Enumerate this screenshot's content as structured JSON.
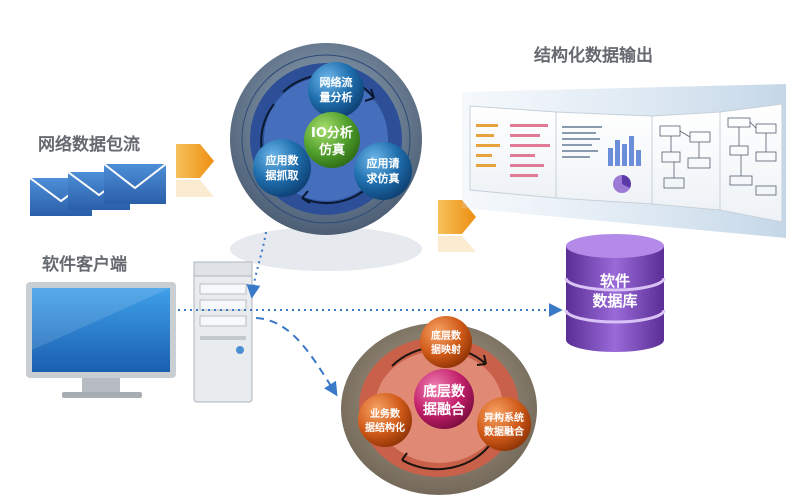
{
  "labels": {
    "input_stream": "网络数据包流",
    "client": "软件客户端",
    "output": "结构化数据输出"
  },
  "io_cycle": {
    "center_line1": "IO分析",
    "center_line2": "仿真",
    "node_top_line1": "网络流",
    "node_top_line2": "量分析",
    "node_left_line1": "应用数",
    "node_left_line2": "据抓取",
    "node_right_line1": "应用请",
    "node_right_line2": "求仿真"
  },
  "database": {
    "line1": "软件",
    "line2": "数据库"
  },
  "fusion_cycle": {
    "center_line1": "底层数",
    "center_line2": "据融合",
    "node_top_line1": "底层数",
    "node_top_line2": "据映射",
    "node_left_line1": "业务数",
    "node_left_line2": "据结构化",
    "node_right_line1": "异构系统",
    "node_right_line2": "数据融合"
  },
  "colors": {
    "io_outer": "#5f7389",
    "io_ring": "#2f4f90",
    "io_node": "#1f6fae",
    "io_center": "#5aa532",
    "fusion_outer": "#8d7f6c",
    "fusion_ring": "#c9604a",
    "fusion_node": "#d05a18",
    "fusion_center": "#c21f6a",
    "db": "#7a48b8",
    "arrow": "#f0a020",
    "link": "#3a78c8"
  }
}
